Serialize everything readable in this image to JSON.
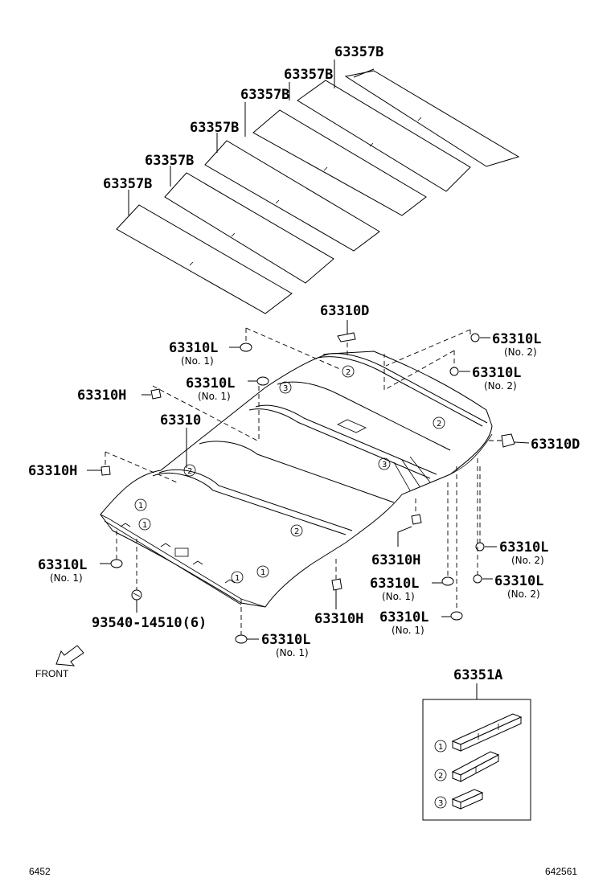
{
  "part_numbers": {
    "pad": "63357B",
    "headlining": "63310",
    "d_part": "63310D",
    "h_part": "63310H",
    "l_part": "63310L",
    "screw": "93540-14510(6)",
    "kit": "63351A"
  },
  "notes": {
    "no1": "(No. 1)",
    "no2": "(No. 2)"
  },
  "markers": {
    "m1": "1",
    "m2": "2",
    "m3": "3"
  },
  "direction": {
    "front": "FRONT"
  },
  "footer": {
    "left_code": "6452",
    "right_code": "642561"
  }
}
